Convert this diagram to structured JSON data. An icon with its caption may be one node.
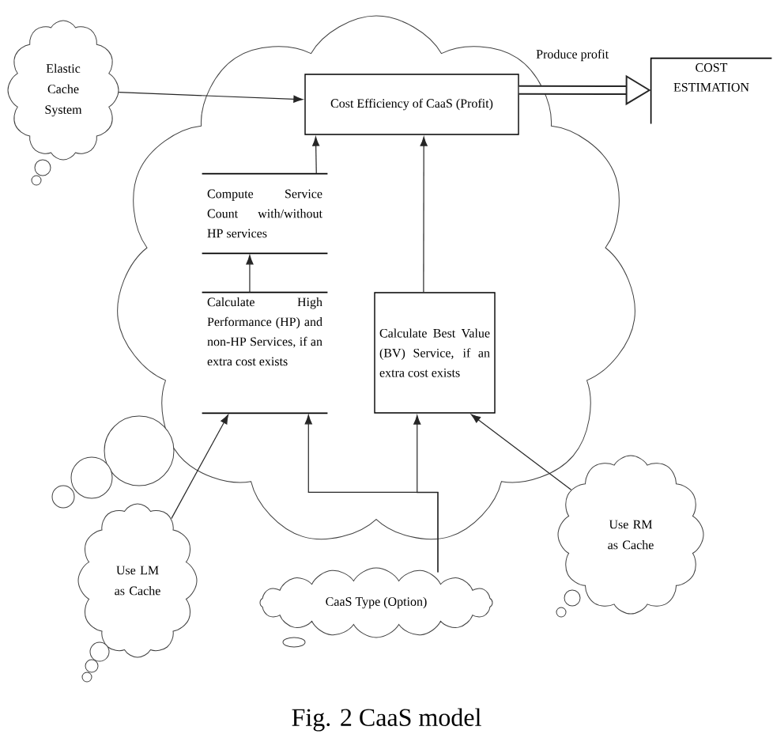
{
  "diagram": {
    "caption": "Fig. 2 CaaS model",
    "nodes": [
      {
        "text": [],
        "shape": "cloud"
      },
      {
        "text": [
          "Elastic Cache System"
        ]
      },
      {
        "text": [
          "Cost Efficiency of CaaS (Profit)"
        ],
        "in": 0
      },
      {
        "text": [
          "COST ESTIMATION"
        ]
      },
      {
        "text": [
          "Compute Service Count with/without HP services"
        ],
        "in": 0
      },
      {
        "text": [
          "Calculate High Performance (HP) and non-HP Services, if an extra cost exists"
        ],
        "in": 0
      },
      {
        "text": [
          "Calculate Best Value (BV) Service, if an extra cost exists"
        ],
        "in": 0
      },
      {
        "text": [
          "Use LM as Cache"
        ]
      },
      {
        "text": [
          "CaaS Type (Option)"
        ]
      },
      {
        "text": [
          "Use RM as Cache"
        ]
      }
    ],
    "edges": [
      {
        "from": 1,
        "to": 2,
        "arrow": "to"
      },
      {
        "from": 2,
        "to": 3,
        "arrow": "to",
        "label": "Produce profit",
        "style": "thick"
      },
      {
        "from": 4,
        "to": 2,
        "arrow": "to"
      },
      {
        "from": 6,
        "to": 2,
        "arrow": "to"
      },
      {
        "from": 5,
        "to": 4,
        "arrow": "to"
      },
      {
        "from": 7,
        "to": 5,
        "arrow": "to"
      },
      {
        "from": 8,
        "to": 5,
        "arrow": "to"
      },
      {
        "from": 8,
        "to": 6,
        "arrow": "to"
      },
      {
        "from": 9,
        "to": 6,
        "arrow": "to"
      }
    ]
  }
}
